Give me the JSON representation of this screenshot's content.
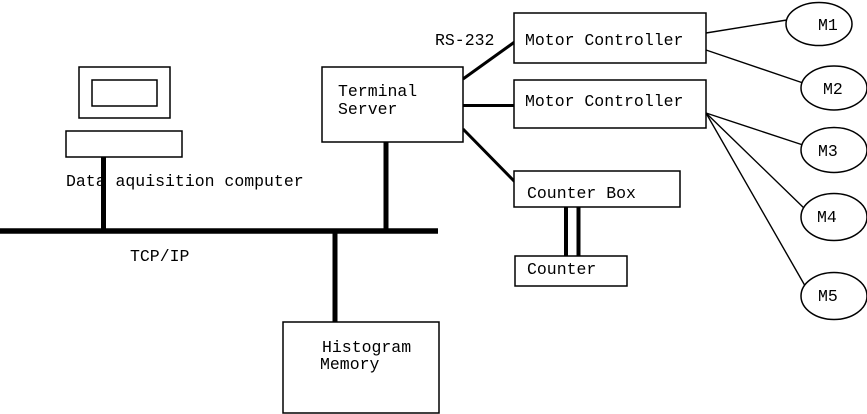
{
  "diagram": {
    "type": "network-block-diagram",
    "colors": {
      "background": "#ffffff",
      "line": "#000000",
      "box_fill": "#ffffff",
      "text": "#000000"
    },
    "labels": {
      "data_computer": "Data aquisition computer",
      "tcp_ip": "TCP/IP",
      "rs232": "RS-232",
      "terminal_server": [
        "Terminal",
        "Server"
      ],
      "motor_controller_top": "Motor Controller",
      "motor_controller_bottom": "Motor Controller",
      "counter_box": "Counter Box",
      "counter": "Counter",
      "histogram_memory": [
        "Histogram",
        "Memory"
      ],
      "motors": [
        "M1",
        "M2",
        "M3",
        "M4",
        "M5"
      ]
    }
  }
}
